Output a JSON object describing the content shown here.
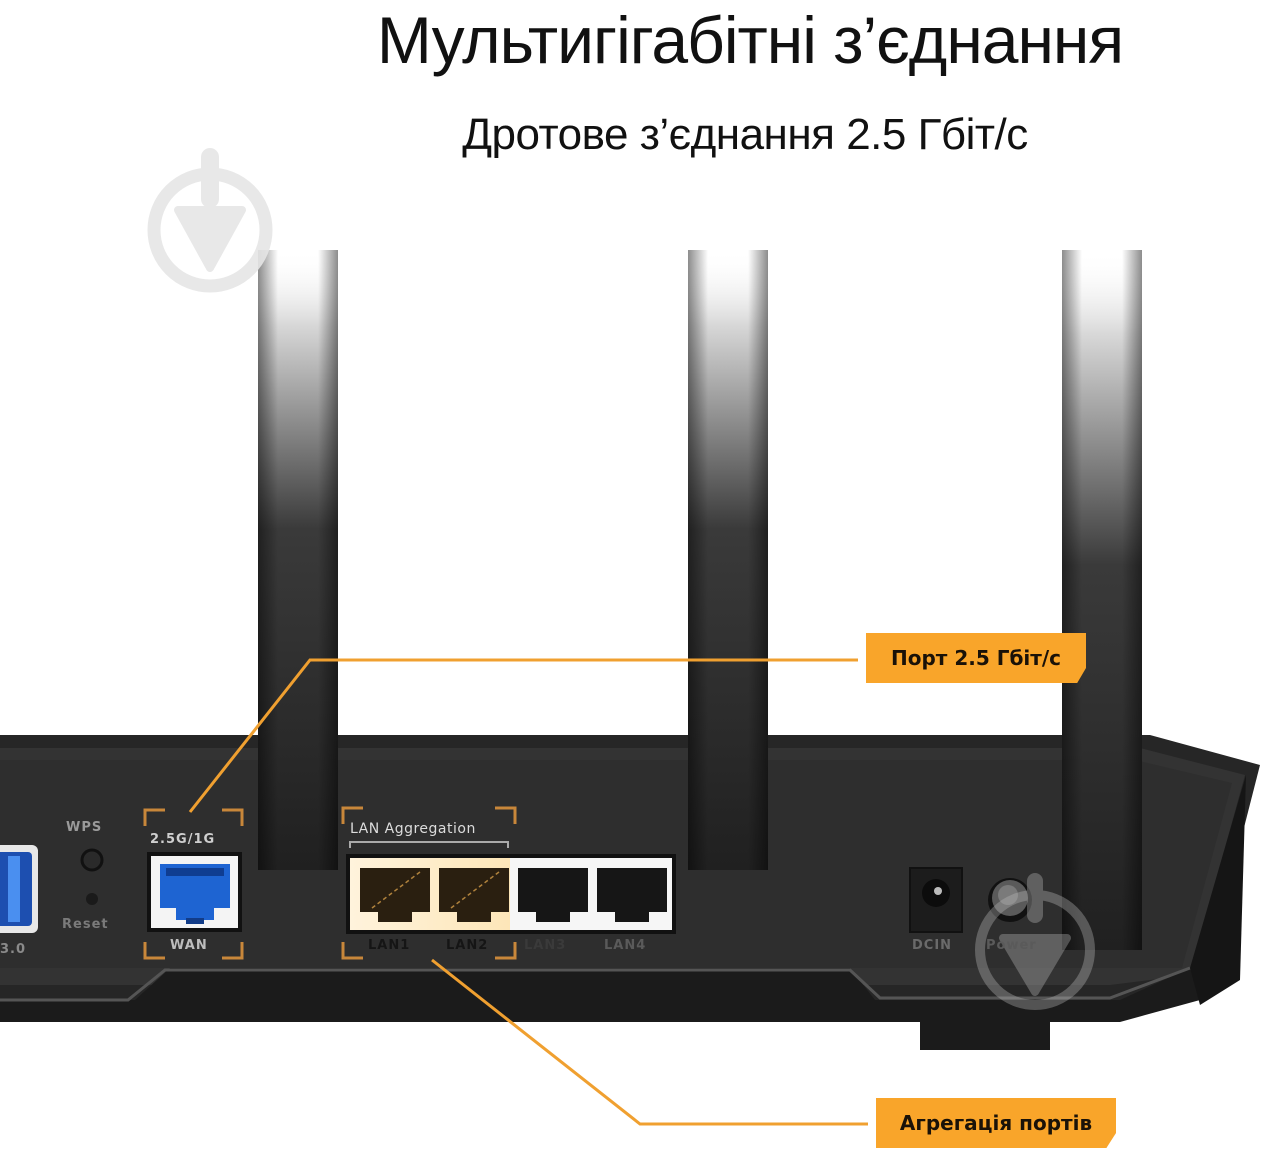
{
  "heading": {
    "title": "Мультигігабітні з’єднання",
    "subtitle": "Дротове з’єднання 2.5 Гбіт/с"
  },
  "callouts": {
    "port": "Порт 2.5 Гбіт/с",
    "aggregation": "Агрегація портів"
  },
  "router_labels": {
    "usb": "3.0",
    "wps": "WPS",
    "reset": "Reset",
    "wan_speed": "2.5G/1G",
    "wan": "WAN",
    "lan_aggregation": "LAN Aggregation",
    "lan1": "LAN1",
    "lan2": "LAN2",
    "lan3": "LAN3",
    "lan4": "LAN4",
    "dcin": "DCIN",
    "power": "Power"
  },
  "colors": {
    "accent_orange": "#f9a52a",
    "router_body": "#2b2b2b",
    "wan_port_blue": "#1e64d2"
  }
}
